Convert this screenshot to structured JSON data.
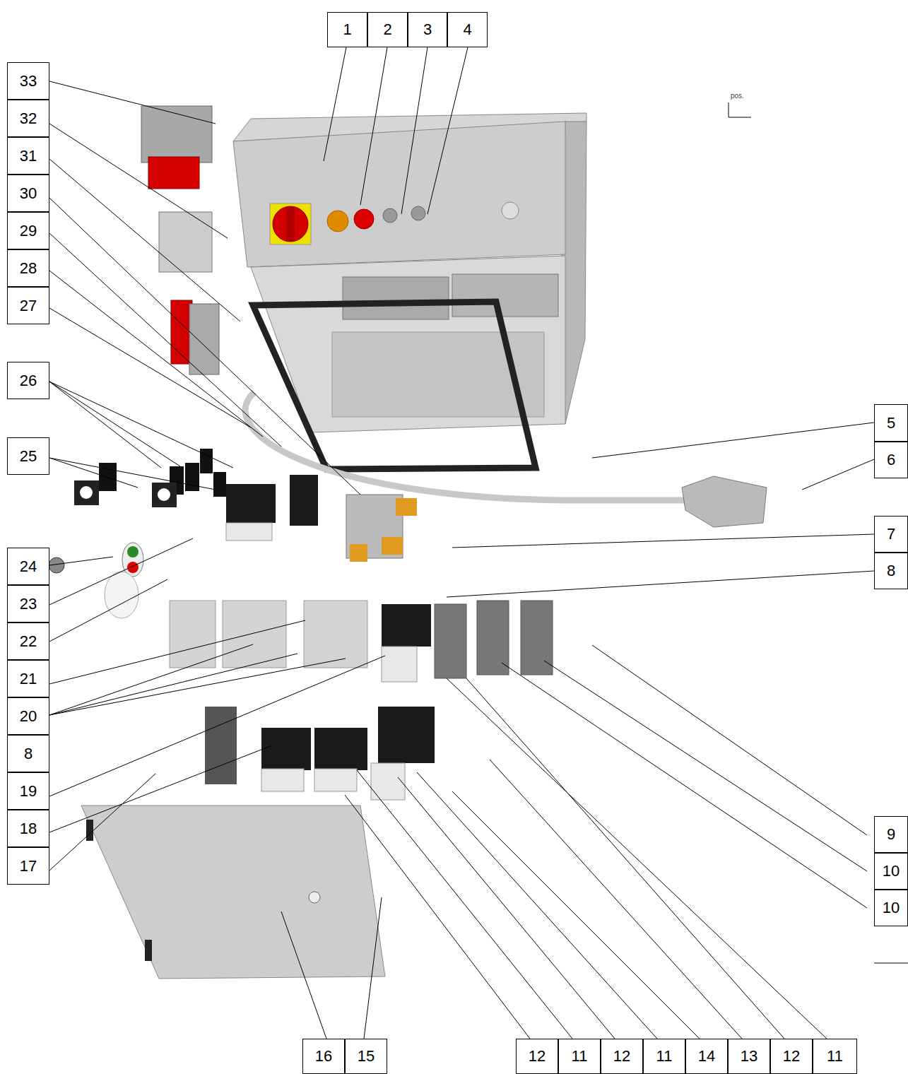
{
  "diagram": {
    "nodes": [
      {
        "text": [
          "1"
        ]
      },
      {
        "text": [
          "2"
        ]
      },
      {
        "text": [
          "3"
        ]
      },
      {
        "text": [
          "4"
        ]
      },
      {
        "text": [
          "33"
        ]
      },
      {
        "text": [
          "32"
        ]
      },
      {
        "text": [
          "31"
        ]
      },
      {
        "text": [
          "30"
        ]
      },
      {
        "text": [
          "29"
        ]
      },
      {
        "text": [
          "28"
        ]
      },
      {
        "text": [
          "27"
        ]
      },
      {
        "text": [
          "26"
        ]
      },
      {
        "text": [
          "25"
        ]
      },
      {
        "text": [
          "5"
        ]
      },
      {
        "text": [
          "6"
        ]
      },
      {
        "text": [
          "7"
        ]
      },
      {
        "text": [
          "8"
        ]
      },
      {
        "text": [
          "24"
        ]
      },
      {
        "text": [
          "23"
        ]
      },
      {
        "text": [
          "22"
        ]
      },
      {
        "text": [
          "21"
        ]
      },
      {
        "text": [
          "20"
        ]
      },
      {
        "text": [
          "8"
        ]
      },
      {
        "text": [
          "19"
        ]
      },
      {
        "text": [
          "18"
        ]
      },
      {
        "text": [
          "17"
        ]
      },
      {
        "text": [
          "9"
        ]
      },
      {
        "text": [
          "10"
        ]
      },
      {
        "text": [
          "10"
        ]
      },
      {
        "text": [
          "16"
        ]
      },
      {
        "text": [
          "15"
        ]
      },
      {
        "text": [
          "12"
        ]
      },
      {
        "text": [
          "11"
        ]
      },
      {
        "text": [
          "12"
        ]
      },
      {
        "text": [
          "11"
        ]
      },
      {
        "text": [
          "14"
        ]
      },
      {
        "text": [
          "13"
        ]
      },
      {
        "text": [
          "12"
        ]
      },
      {
        "text": [
          "11"
        ]
      }
    ],
    "edges": [],
    "labels": [
      "pos."
    ]
  }
}
